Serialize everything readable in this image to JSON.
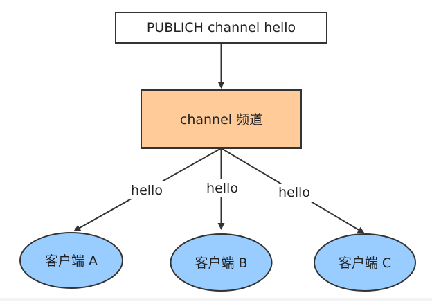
{
  "diagram": {
    "command_label": "PUBLICH channel hello",
    "channel_label": "channel 频道",
    "edges": [
      {
        "label": "hello",
        "target": "客户端 A"
      },
      {
        "label": "hello",
        "target": "客户端 B"
      },
      {
        "label": "hello",
        "target": "客户端 C"
      }
    ],
    "clients": [
      "客户端 A",
      "客户端 B",
      "客户端 C"
    ],
    "colors": {
      "command_fill": "#ffffff",
      "channel_fill": "#ffcc99",
      "client_fill": "#99ccff",
      "stroke": "#333333"
    }
  }
}
